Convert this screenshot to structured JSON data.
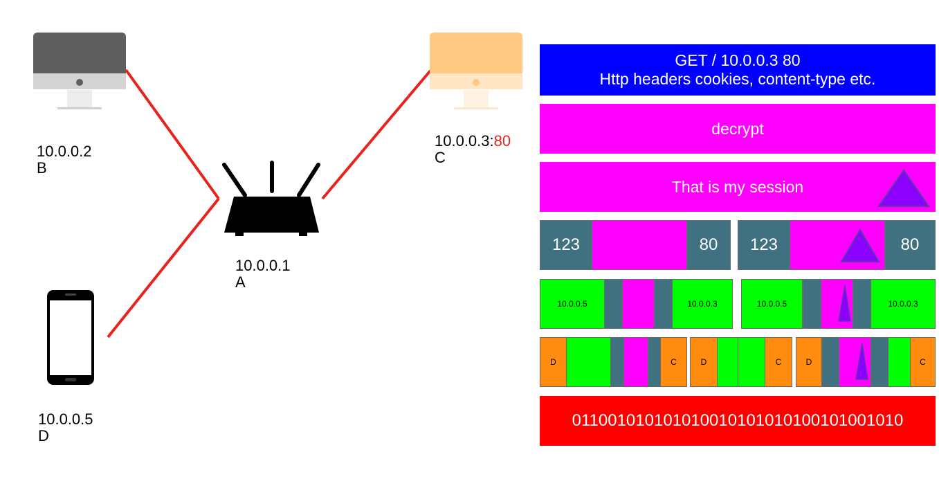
{
  "hosts": {
    "b": {
      "ip": "10.0.0.2",
      "name": "B"
    },
    "a": {
      "ip": "10.0.0.1",
      "name": "A"
    },
    "c": {
      "ip": "10.0.0.3",
      "port_sep": ":",
      "port": "80",
      "name": "C"
    },
    "d": {
      "ip": "10.0.0.5",
      "name": "D"
    }
  },
  "layers": {
    "http": {
      "line1": "GET / 10.0.0.3 80",
      "line2": "Http headers cookies, content-type etc."
    },
    "decrypt": "decrypt",
    "session": "That is my session",
    "tcp": {
      "src_port": "123",
      "dst_port": "80"
    },
    "ip": {
      "src": "10.0.0.5",
      "dst": "10.0.0.3"
    },
    "frame": {
      "src": "D",
      "dst": "C"
    },
    "bits": "011001010101010010101010100101001010"
  },
  "colors": {
    "link": "#e8231d",
    "http": "#0000ff",
    "encrypted": "#ff00ff",
    "port": "#3f7180",
    "ip": "#00ff00",
    "mac": "#ff8c0f",
    "bits": "#ff0000",
    "session_triangle": "#8b00ff"
  }
}
